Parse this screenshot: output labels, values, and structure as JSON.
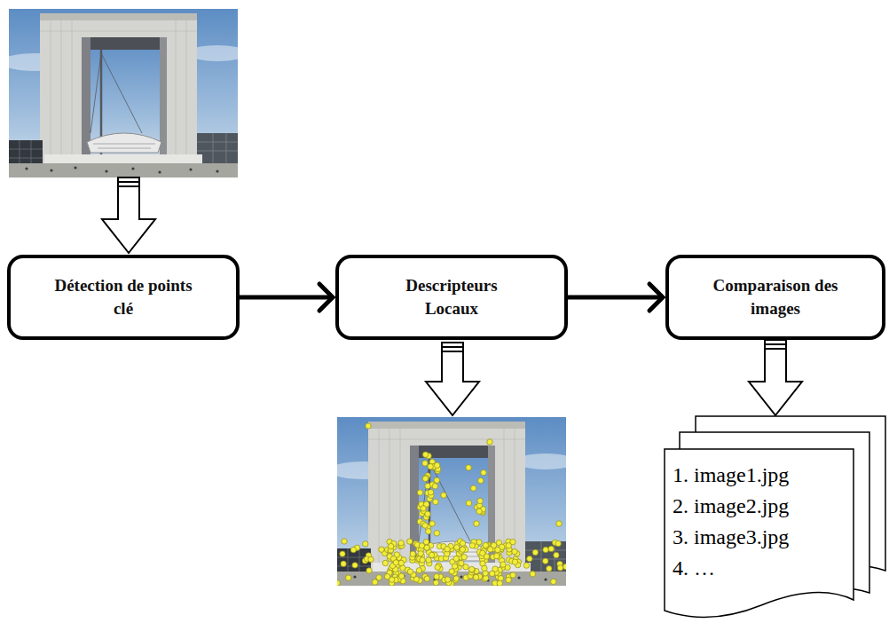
{
  "diagram": {
    "nodes": [
      {
        "text": [
          "Détection de points clé"
        ]
      },
      {
        "text": [
          "Descripteurs Locaux"
        ]
      },
      {
        "text": [
          "Comparaison des images"
        ]
      },
      {
        "text": [
          "1. image1.jpg",
          "2. image2.jpg",
          "3. image3.jpg",
          "4. …"
        ]
      }
    ],
    "edges": [
      {
        "from": 0,
        "to": 1,
        "arrow": "to"
      },
      {
        "from": 1,
        "to": 2,
        "arrow": "to"
      },
      {
        "from": 2,
        "to": 3,
        "arrow": "to"
      }
    ]
  }
}
